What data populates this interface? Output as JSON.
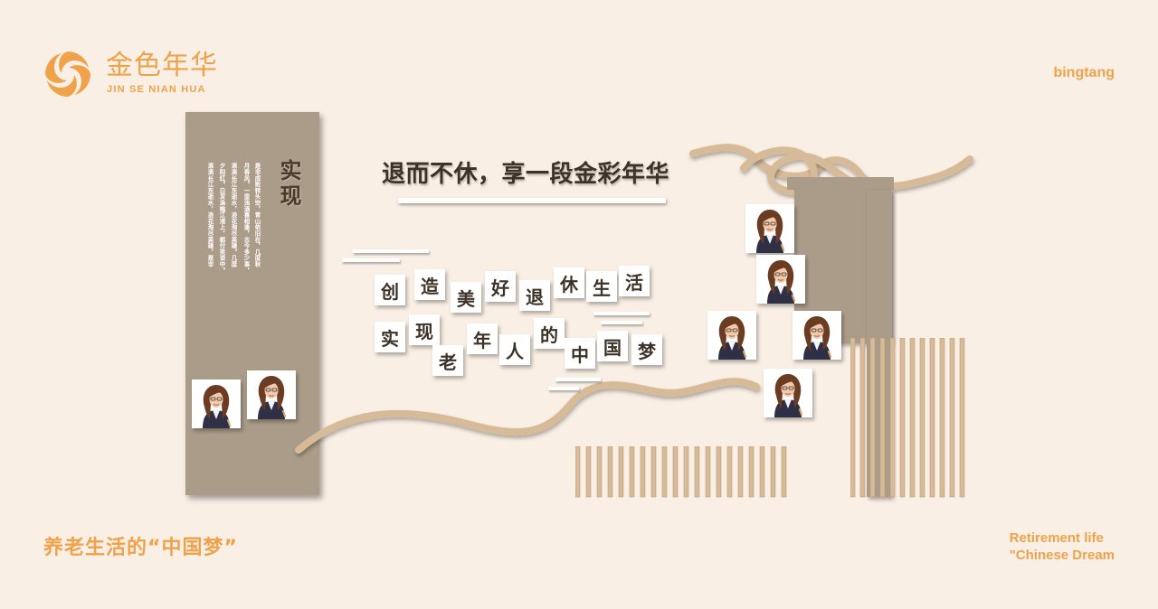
{
  "logo": {
    "cn": "金色年华",
    "en": "JIN SE NIAN HUA",
    "icon": "swirl-logo-icon"
  },
  "brand_right": "bingtang",
  "bottom_left": "养老生活的“中国梦”",
  "bottom_right": {
    "line1": "Retirement life",
    "line2": "\"Chinese Dream"
  },
  "panel": {
    "title": "实现",
    "poem": [
      "是非成败转头空，青山依旧在，几度秋",
      "月春风。一壶浊酒喜相逢，古今多少事，",
      "滚滚长江东逝水，浪花淘尽英雄。几度",
      "夕阳红。白发渔樵江渚上，都付笑谈中。",
      "滚滚长江东逝水，浪花淘尽英雄，是非"
    ]
  },
  "headline": "退而不休，享一段金彩年华",
  "row1": [
    "创",
    "造",
    "美",
    "好",
    "退",
    "休",
    "生",
    "活"
  ],
  "row2": [
    "实",
    "现",
    "老",
    "年",
    "人",
    "的",
    "中",
    "国",
    "梦"
  ],
  "colors": {
    "accent": "#f0a24a",
    "panel": "#ab9c89",
    "ribbon": "#d7bb98",
    "background": "#f9efe4"
  }
}
